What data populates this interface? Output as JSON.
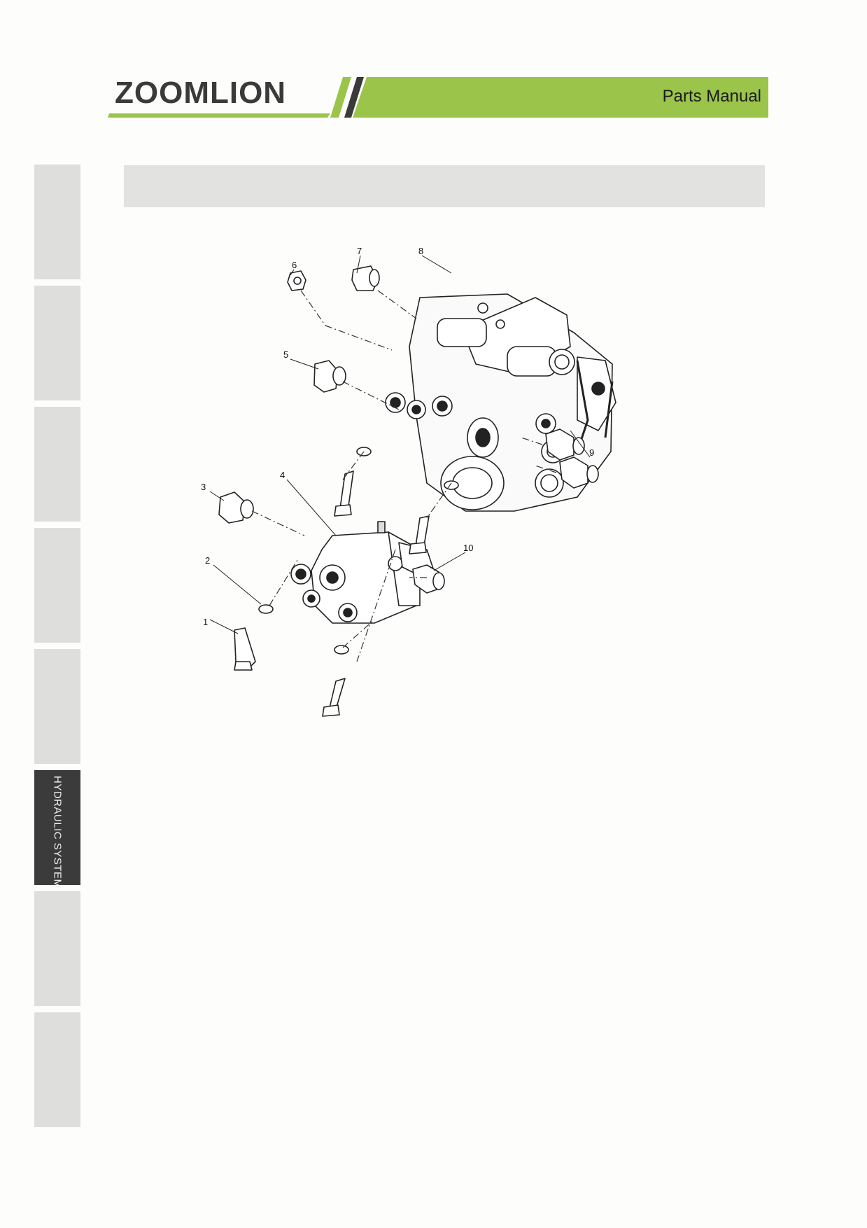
{
  "header": {
    "brand": "ZOOMLION",
    "manual_title": "Parts Manual",
    "colors": {
      "green": "#9bc44a",
      "dark": "#3a3a3a"
    }
  },
  "sidebar": {
    "tabs": [
      {
        "label": "",
        "active": false
      },
      {
        "label": "",
        "active": false
      },
      {
        "label": "",
        "active": false
      },
      {
        "label": "",
        "active": false
      },
      {
        "label": "",
        "active": false
      },
      {
        "label": "HYDRAULIC SYSTEM",
        "active": true
      },
      {
        "label": "",
        "active": false
      },
      {
        "label": "",
        "active": false
      }
    ]
  },
  "figure": {
    "callouts": [
      "1",
      "2",
      "3",
      "4",
      "5",
      "6",
      "7",
      "8",
      "9",
      "10"
    ]
  }
}
